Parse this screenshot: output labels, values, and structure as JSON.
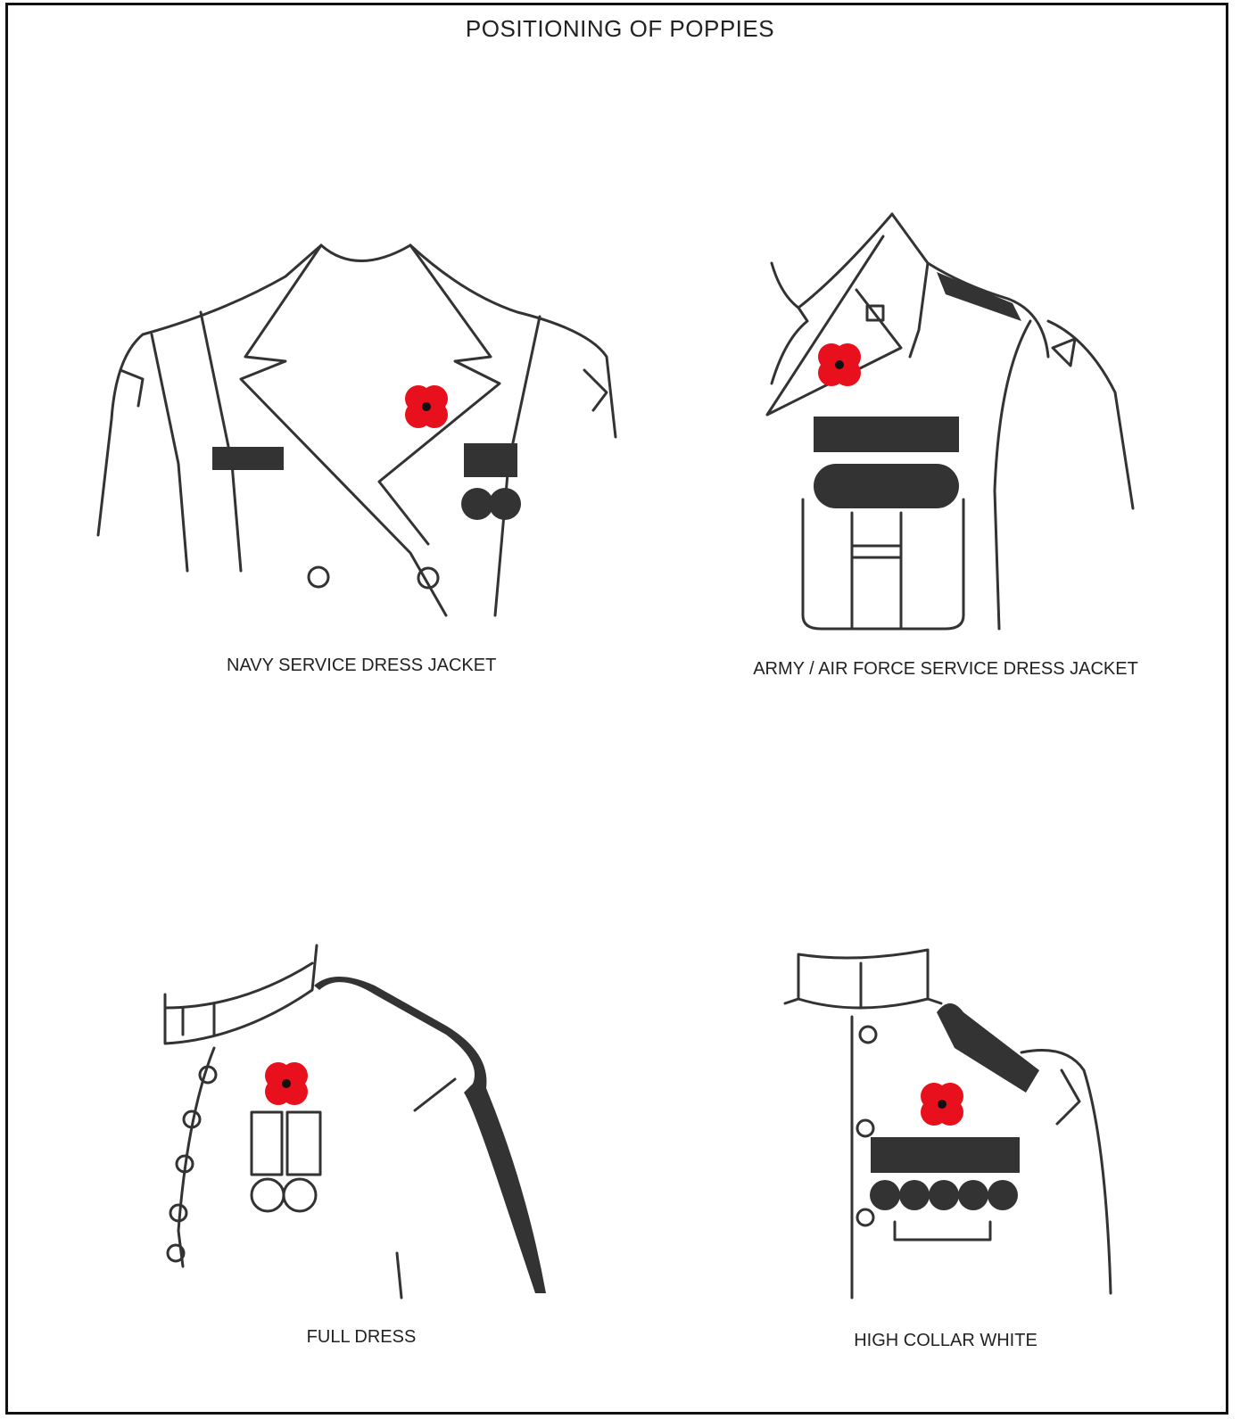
{
  "title": "POSITIONING OF POPPIES",
  "panels": [
    {
      "caption": "NAVY SERVICE DRESS JACKET"
    },
    {
      "caption": "ARMY / AIR FORCE SERVICE DRESS JACKET"
    },
    {
      "caption": "FULL DRESS"
    },
    {
      "caption": "HIGH COLLAR WHITE"
    }
  ],
  "colors": {
    "poppy": "#e8101c",
    "ink": "#333333",
    "border": "#111111"
  }
}
